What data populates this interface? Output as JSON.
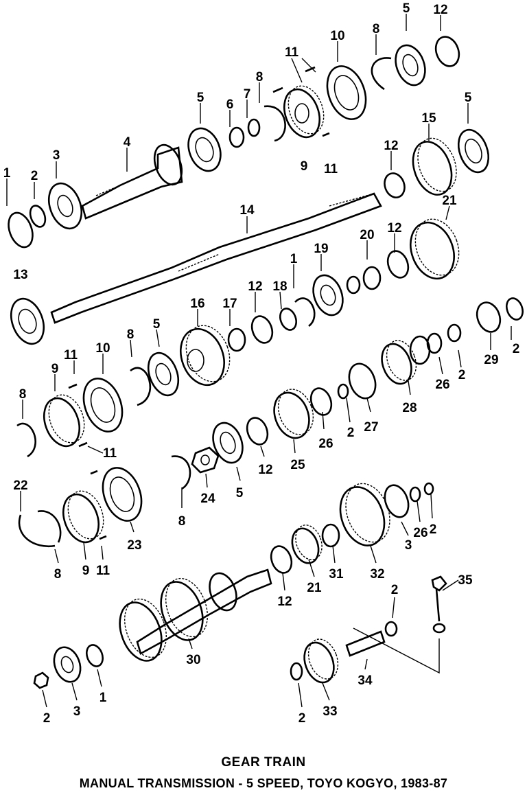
{
  "caption": {
    "title": "GEAR TRAIN",
    "subtitle": "MANUAL TRANSMISSION - 5 SPEED, TOYO KOGYO, 1983-87"
  },
  "callouts": {
    "c1": "1",
    "c2": "2",
    "c3": "3",
    "c4": "4",
    "c5": "5",
    "c6": "6",
    "c7": "7",
    "c8": "8",
    "c9": "9",
    "c10": "10",
    "c11": "11",
    "c12": "12",
    "c13": "13",
    "c14": "14",
    "c15": "15",
    "c16": "16",
    "c17": "17",
    "c18": "18",
    "c19": "19",
    "c20": "20",
    "c21": "21",
    "c22": "22",
    "c23": "23",
    "c24": "24",
    "c25": "25",
    "c26": "26",
    "c27": "27",
    "c28": "28",
    "c29": "29",
    "c30": "30",
    "c31": "31",
    "c32": "32",
    "c33": "33",
    "c34": "34",
    "c35": "35"
  }
}
